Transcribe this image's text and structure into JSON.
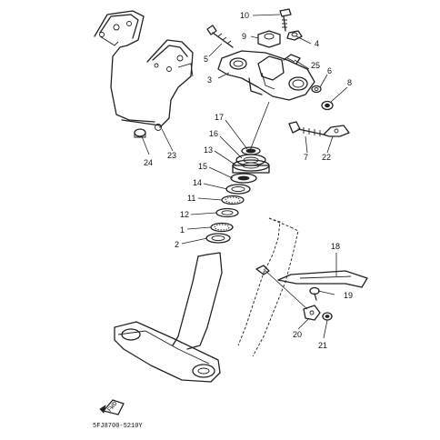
{
  "diagram": {
    "labels": {
      "l1": "1",
      "l2": "2",
      "l3": "3",
      "l4": "4",
      "l5": "5",
      "l6": "6",
      "l7": "7",
      "l8": "8",
      "l9": "9",
      "l10": "10",
      "l11": "11",
      "l12": "12",
      "l13": "13",
      "l14": "14",
      "l15": "15",
      "l16": "16",
      "l17": "17",
      "l18": "18",
      "l19": "19",
      "l20": "20",
      "l21": "21",
      "l22": "22",
      "l23": "23",
      "l24": "24",
      "l25": "25"
    },
    "drawing_code": "5FJ8700-5210Y",
    "fwd_marker": "FWD"
  }
}
